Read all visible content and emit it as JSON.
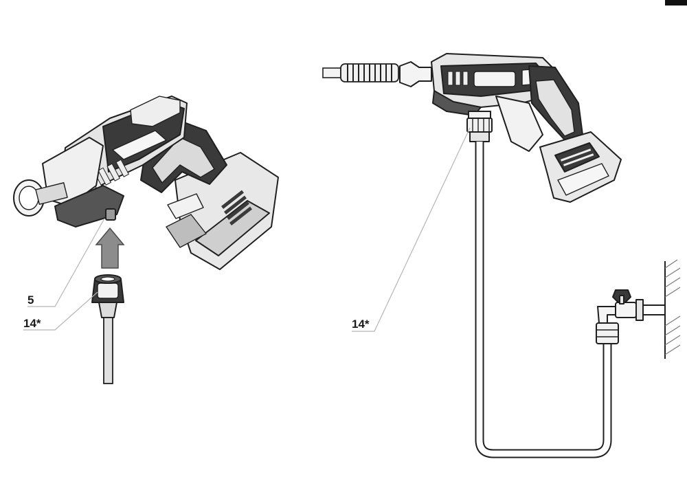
{
  "callouts": {
    "left_adapter": "5",
    "left_hose": "14*",
    "right_hose": "14*"
  },
  "colors": {
    "ink": "#1f1f1f",
    "body_dark": "#3a3a3a",
    "body_mid": "#9a9a9a",
    "body_light": "#e6e6e6",
    "leader": "#b5b5b5",
    "corner_tab": "#111111"
  }
}
